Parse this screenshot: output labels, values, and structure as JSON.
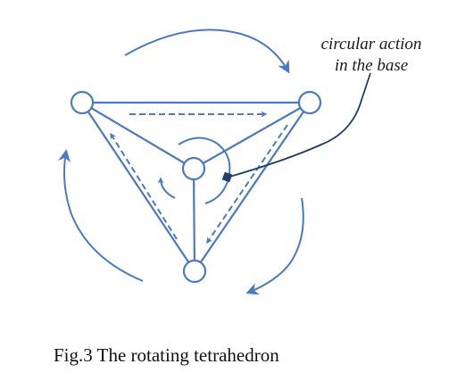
{
  "figure": {
    "caption": "Fig.3 The rotating tetrahedron",
    "annotation": {
      "line1": "circular action",
      "line2": "in the base"
    },
    "colors": {
      "stroke": "#4a7abf",
      "pointer": "#1e3f66",
      "text": "#111111"
    }
  }
}
